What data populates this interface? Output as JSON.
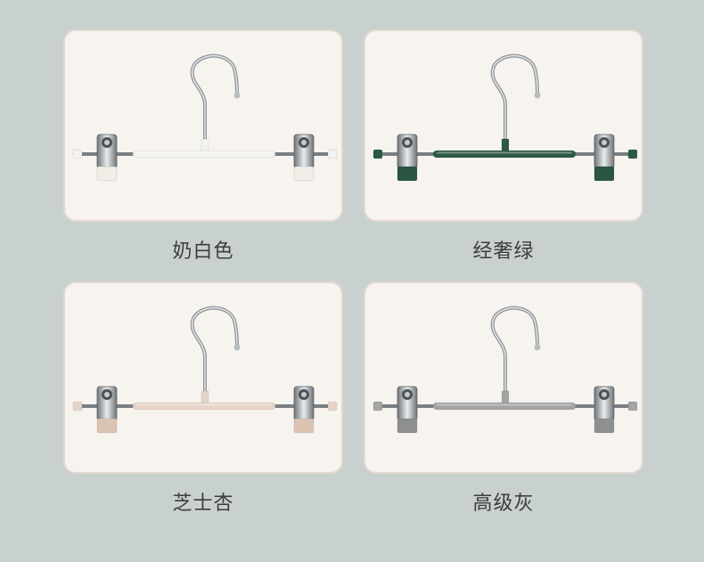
{
  "products": [
    {
      "label": "奶白色",
      "color": "#f2f2f0",
      "clip_color": "#f0ece6"
    },
    {
      "label": "经奢绿",
      "color": "#2d5a45",
      "clip_color": "#2a5540"
    },
    {
      "label": "芝士杏",
      "color": "#e7d4c8",
      "clip_color": "#dcc4b4"
    },
    {
      "label": "高级灰",
      "color": "#a3a4a4",
      "clip_color": "#8e8f8f"
    }
  ]
}
